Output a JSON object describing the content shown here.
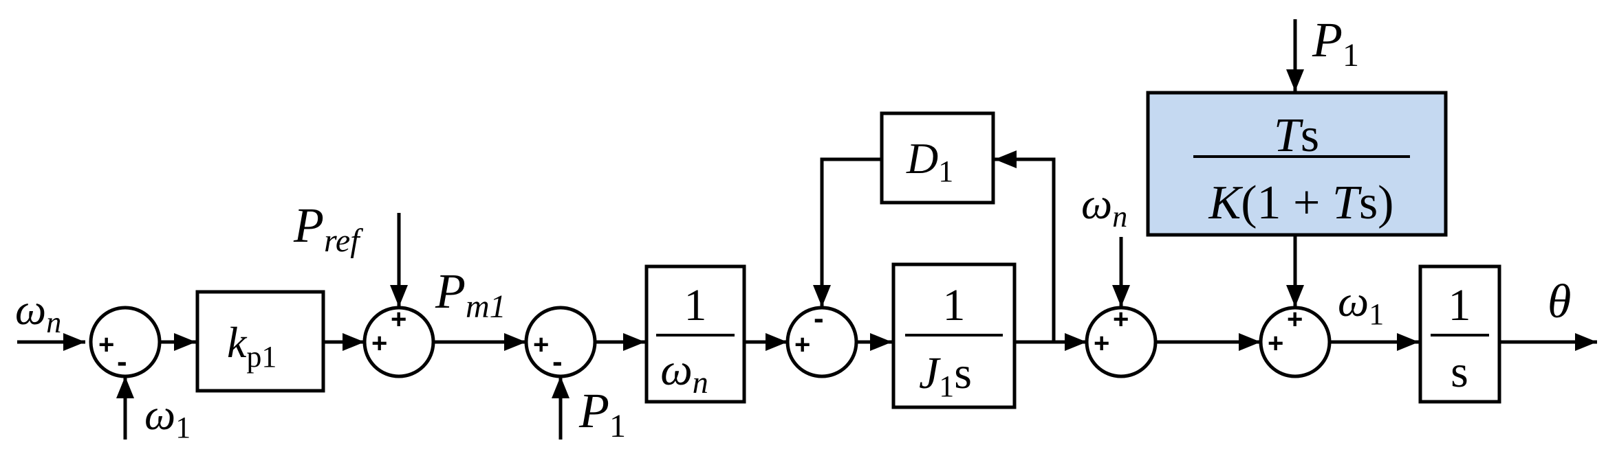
{
  "signals": {
    "omega_n": {
      "base": "ω",
      "sub": "n"
    },
    "omega_1": {
      "base": "ω",
      "sub": "1"
    },
    "p_ref": {
      "base": "P",
      "sub": "ref"
    },
    "p_m1": {
      "base": "P",
      "sub": "m1"
    },
    "p_1": {
      "base": "P",
      "sub": "1"
    },
    "theta": "θ"
  },
  "blocks": {
    "kp1": {
      "base": "k",
      "sub": "p1"
    },
    "inv_omega_n": {
      "num": "1",
      "den_base": "ω",
      "den_sub": "n"
    },
    "d1": {
      "base": "D",
      "sub": "1"
    },
    "inv_j1s": {
      "num": "1",
      "den_base": "J",
      "den_sub": "1",
      "den_tail": "s"
    },
    "ts_filter": {
      "num_t": "T",
      "num_s": "s",
      "den_k": "K",
      "den_rest": "(1 + ",
      "den_t": "T",
      "den_s": "s)"
    },
    "integrator": {
      "num": "1",
      "den": "s"
    }
  },
  "signs": {
    "plus": "+",
    "minus": "-"
  },
  "colors": {
    "filter_fill": "#c5d9f1",
    "line": "#000000"
  }
}
